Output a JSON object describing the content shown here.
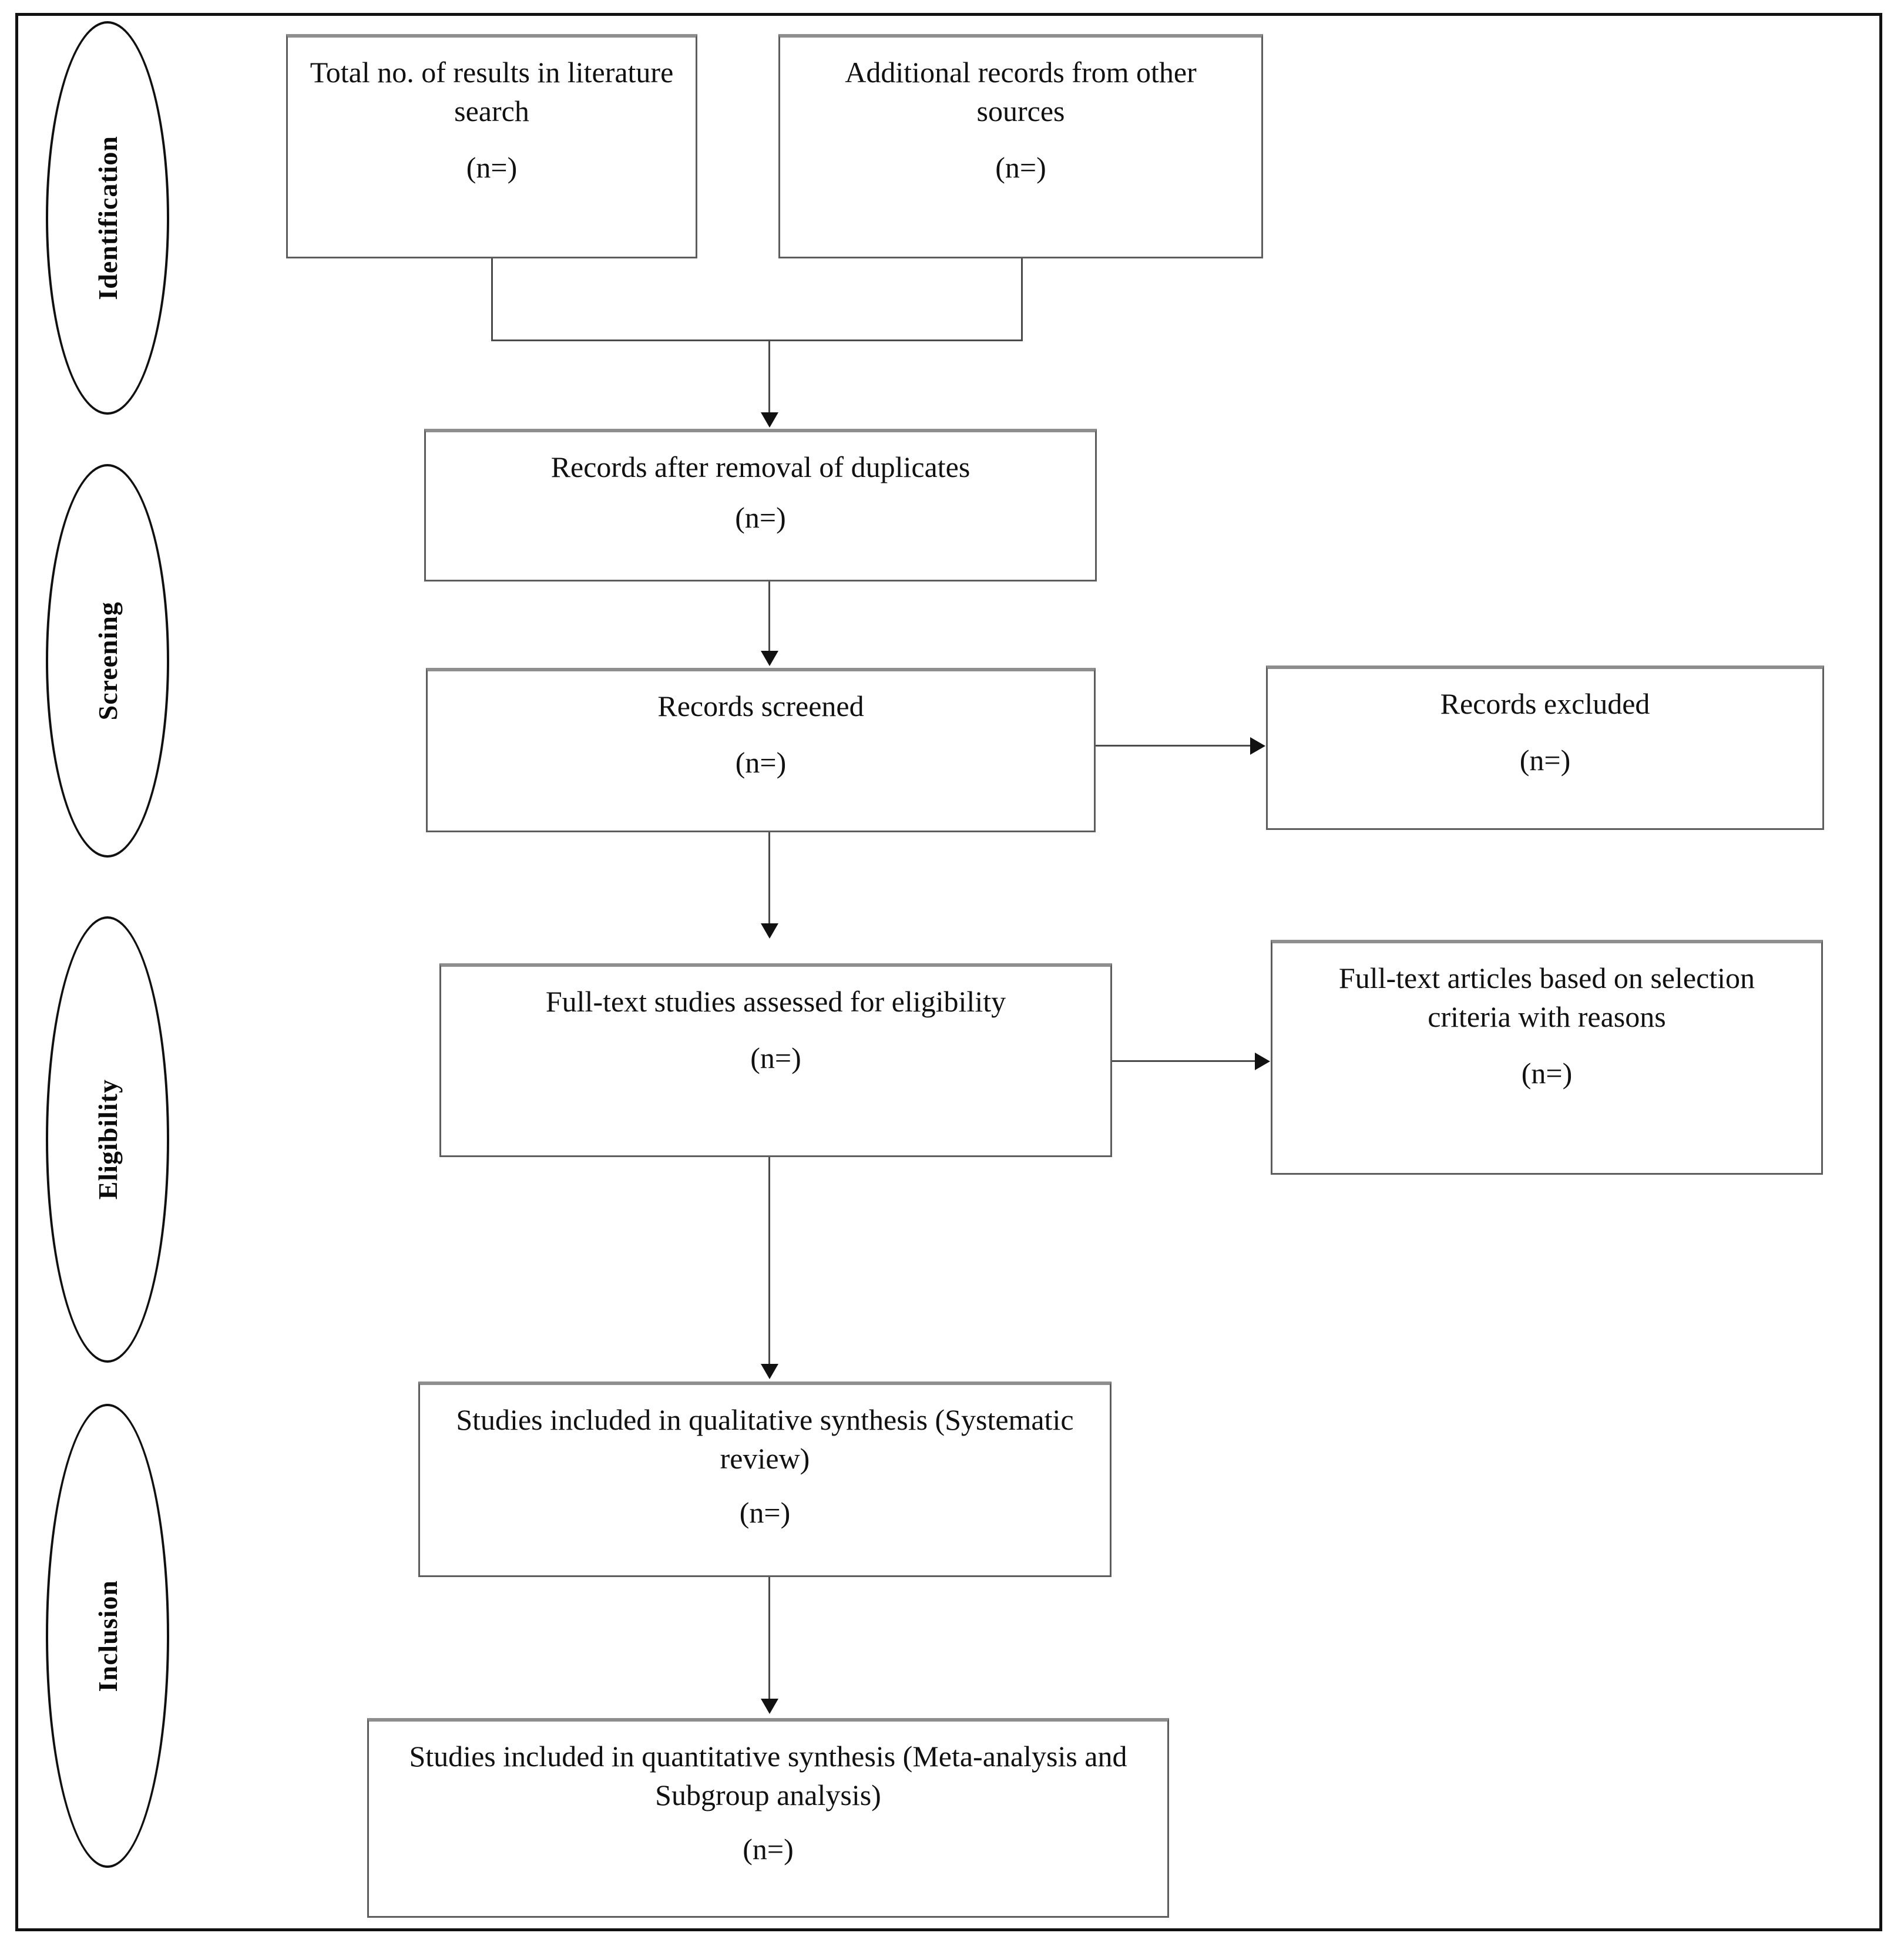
{
  "diagram": {
    "type": "PRISMA flow diagram",
    "stages": [
      {
        "id": "identification",
        "label": "Identification"
      },
      {
        "id": "screening",
        "label": "Screening"
      },
      {
        "id": "eligibility",
        "label": "Eligibility"
      },
      {
        "id": "inclusion",
        "label": "Inclusion"
      }
    ],
    "nodes": {
      "literature_search": {
        "title": "Total no. of results in literature search",
        "count": "(n=)"
      },
      "other_sources": {
        "title": "Additional records from other sources",
        "count": "(n=)"
      },
      "after_duplicates": {
        "title": "Records after removal of duplicates",
        "count": "(n=)"
      },
      "records_screened": {
        "title": "Records screened",
        "count": "(n=)"
      },
      "records_excluded": {
        "title": "Records excluded",
        "count": "(n=)"
      },
      "fulltext_assessed": {
        "title": "Full-text studies assessed for eligibility",
        "count": "(n=)"
      },
      "fulltext_excluded": {
        "title": "Full-text articles based on selection criteria with reasons",
        "count": "(n=)"
      },
      "qualitative": {
        "title": "Studies included in qualitative synthesis (Systematic review)",
        "count": "(n=)"
      },
      "quantitative": {
        "title": "Studies included in quantitative synthesis (Meta-analysis and Subgroup analysis)",
        "count": "(n=)"
      }
    },
    "colors": {
      "frame_border": "#111111",
      "box_border": "#5d5d5d",
      "box_border_top": "#8e8e8e",
      "connector": "#4a4a4a",
      "arrowhead": "#111111",
      "text": "#111111",
      "background": "#ffffff"
    }
  }
}
